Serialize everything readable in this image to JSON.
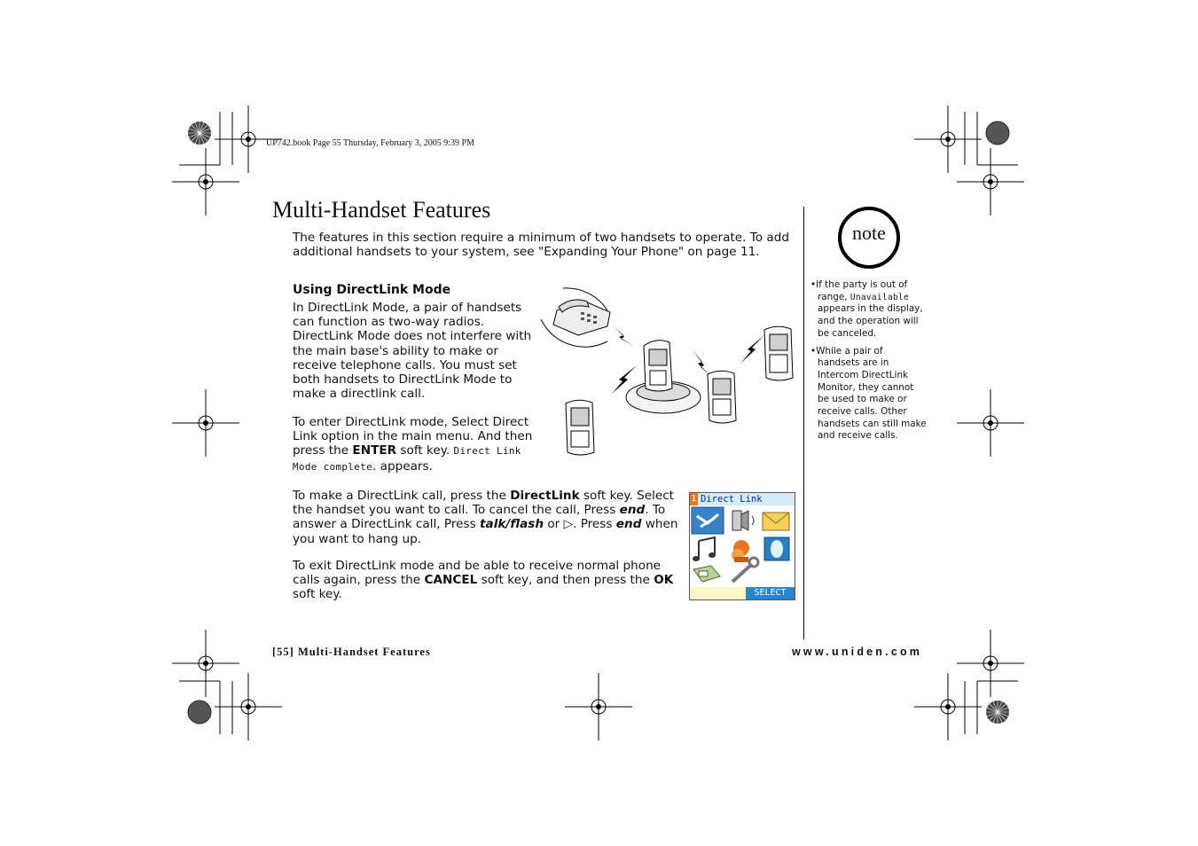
{
  "header": {
    "stamp": "UP742.book  Page 55  Thursday, February 3, 2005  9:39 PM"
  },
  "page": {
    "title": "Multi-Handset Features",
    "intro": "The features in this section require a minimum of two handsets to operate. To add additional handsets to your system, see \"Expanding Your Phone\" on page 11.",
    "section_heading": "Using DirectLink Mode",
    "para1": "In DirectLink Mode, a pair of handsets can function as two-way radios. DirectLink Mode does not interfere with the main base's ability to make or receive telephone calls. You must set both handsets to DirectLink Mode to make a directlink call.",
    "para2": {
      "a": "To enter DirectLink mode, Select Direct Link option in the main menu. And then press the ",
      "enter": "ENTER",
      "b": " soft key. ",
      "lcd": "Direct Link Mode complete",
      "c": ". appears."
    },
    "para3": {
      "a": "To make a DirectLink call, press the ",
      "directlink": "DirectLink",
      "b": " soft key. Select the handset you want to call. To cancel the call, Press ",
      "end1": "end",
      "c": ". To answer a DirectLink call, Press ",
      "talk": "talk/flash",
      "d": " or ",
      "arrow": "▷",
      "e": ". Press ",
      "end2": "end",
      "f": " when you want to hang up."
    },
    "para4": {
      "a": "To exit DirectLink mode and be able to receive normal phone calls again, press the ",
      "cancel": "CANCEL",
      "b": " soft key, and then press the ",
      "ok": "OK",
      "c": " soft key."
    }
  },
  "screen": {
    "number": "1",
    "title": "Direct Link",
    "softkey": "SELECT"
  },
  "sidebar": {
    "note_label": "note",
    "note1": {
      "a": "•If the party is out of range, ",
      "lcd": "Unavailable",
      "b": " appears in the display, and the operation will be canceled."
    },
    "note2": "•While a pair of handsets are in Intercom DirectLink Monitor, they cannot be used to make or receive calls. Other handsets can still make and receive calls."
  },
  "footer": {
    "left": "[55] Multi-Handset Features",
    "right": "www.uniden.com"
  }
}
